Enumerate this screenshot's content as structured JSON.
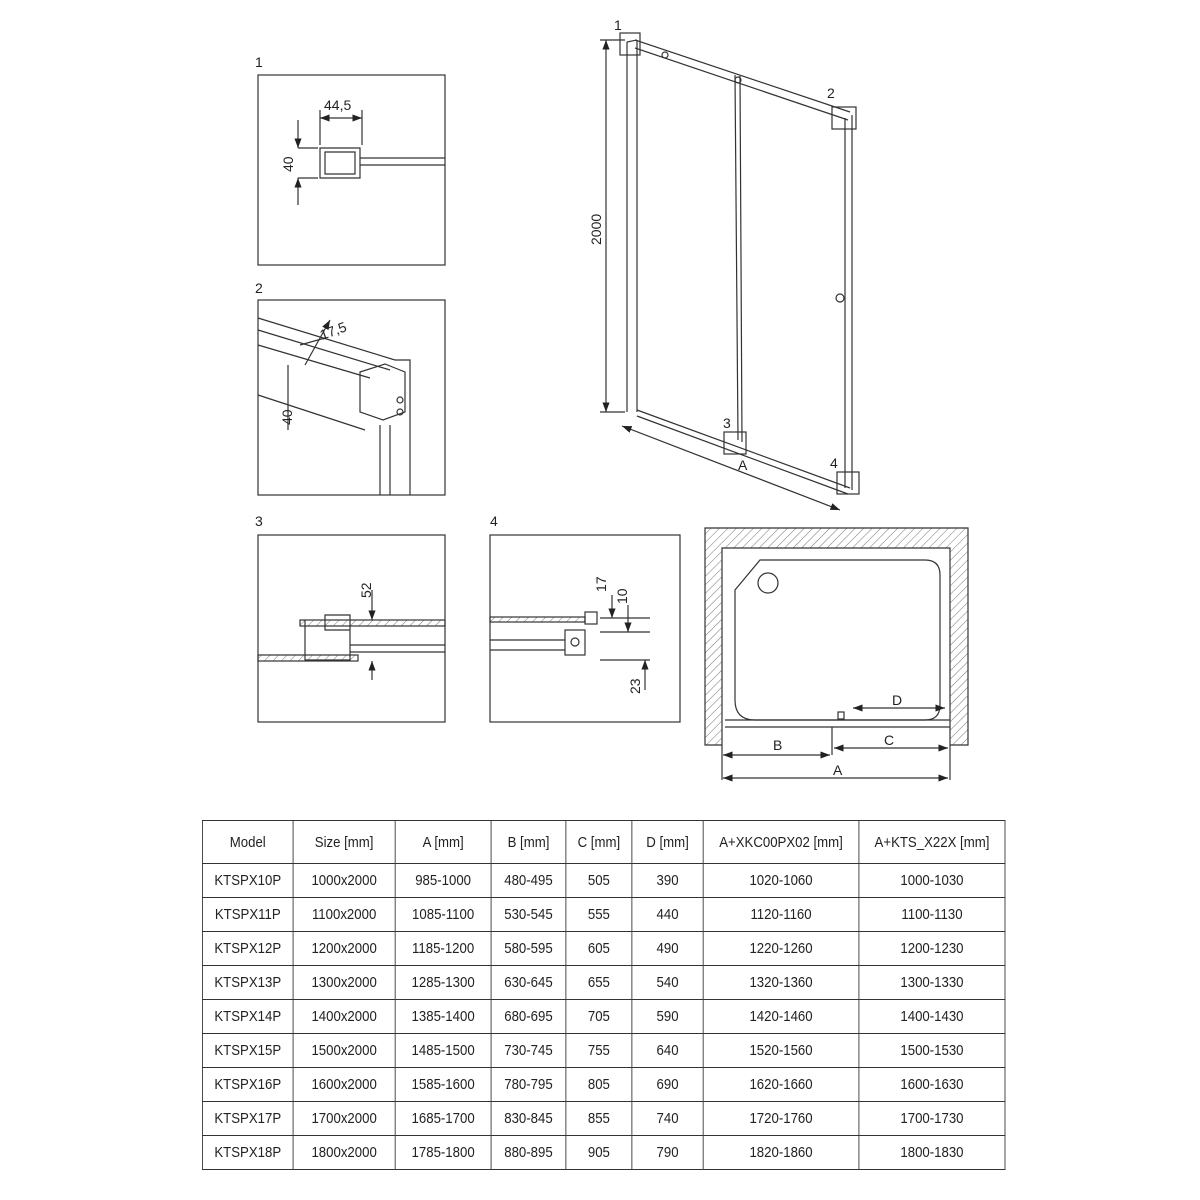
{
  "details": [
    {
      "number": "1",
      "dims": [
        "44,5",
        "40"
      ]
    },
    {
      "number": "2",
      "dims": [
        "17,5",
        "40"
      ]
    },
    {
      "number": "3",
      "dims": [
        "52"
      ]
    },
    {
      "number": "4",
      "dims": [
        "17",
        "10",
        "23"
      ]
    }
  ],
  "elevation": {
    "height_dim": "2000",
    "width_dim": "A",
    "callouts": [
      "1",
      "2",
      "3",
      "4"
    ]
  },
  "plan": {
    "labels": [
      "D",
      "B",
      "C",
      "A"
    ]
  },
  "table": {
    "headers": [
      "Model",
      "Size [mm]",
      "A [mm]",
      "B [mm]",
      "C [mm]",
      "D [mm]",
      "A+XKC00PX02 [mm]",
      "A+KTS_X22X [mm]"
    ],
    "rows": [
      [
        "KTSPX10P",
        "1000x2000",
        "985-1000",
        "480-495",
        "505",
        "390",
        "1020-1060",
        "1000-1030"
      ],
      [
        "KTSPX11P",
        "1100x2000",
        "1085-1100",
        "530-545",
        "555",
        "440",
        "1120-1160",
        "1100-1130"
      ],
      [
        "KTSPX12P",
        "1200x2000",
        "1185-1200",
        "580-595",
        "605",
        "490",
        "1220-1260",
        "1200-1230"
      ],
      [
        "KTSPX13P",
        "1300x2000",
        "1285-1300",
        "630-645",
        "655",
        "540",
        "1320-1360",
        "1300-1330"
      ],
      [
        "KTSPX14P",
        "1400x2000",
        "1385-1400",
        "680-695",
        "705",
        "590",
        "1420-1460",
        "1400-1430"
      ],
      [
        "KTSPX15P",
        "1500x2000",
        "1485-1500",
        "730-745",
        "755",
        "640",
        "1520-1560",
        "1500-1530"
      ],
      [
        "KTSPX16P",
        "1600x2000",
        "1585-1600",
        "780-795",
        "805",
        "690",
        "1620-1660",
        "1600-1630"
      ],
      [
        "KTSPX17P",
        "1700x2000",
        "1685-1700",
        "830-845",
        "855",
        "740",
        "1720-1760",
        "1700-1730"
      ],
      [
        "KTSPX18P",
        "1800x2000",
        "1785-1800",
        "880-895",
        "905",
        "790",
        "1820-1860",
        "1800-1830"
      ]
    ]
  }
}
